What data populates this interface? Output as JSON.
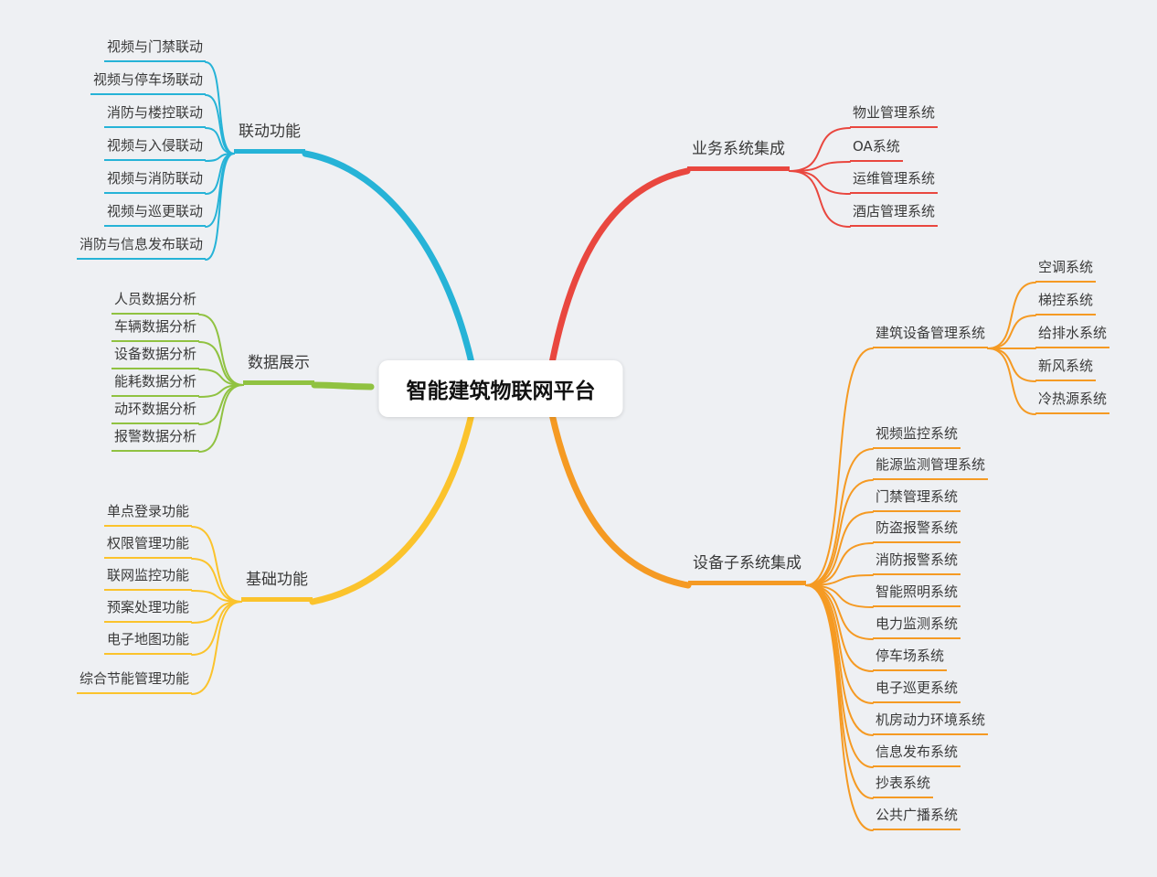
{
  "background_color": "#eef0f3",
  "root": {
    "label": "智能建筑物联网平台"
  },
  "branches": [
    {
      "label": "联动功能",
      "color": "#26b3d7",
      "side": "left",
      "children": [
        {
          "label": "视频与门禁联动"
        },
        {
          "label": "视频与停车场联动"
        },
        {
          "label": "消防与楼控联动"
        },
        {
          "label": "视频与入侵联动"
        },
        {
          "label": "视频与消防联动"
        },
        {
          "label": "视频与巡更联动"
        },
        {
          "label": "消防与信息发布联动"
        }
      ]
    },
    {
      "label": "数据展示",
      "color": "#90c241",
      "side": "left",
      "children": [
        {
          "label": "人员数据分析"
        },
        {
          "label": "车辆数据分析"
        },
        {
          "label": "设备数据分析"
        },
        {
          "label": "能耗数据分析"
        },
        {
          "label": "动环数据分析"
        },
        {
          "label": "报警数据分析"
        }
      ]
    },
    {
      "label": "基础功能",
      "color": "#fbc32c",
      "side": "left",
      "children": [
        {
          "label": "单点登录功能"
        },
        {
          "label": "权限管理功能"
        },
        {
          "label": "联网监控功能"
        },
        {
          "label": "预案处理功能"
        },
        {
          "label": "电子地图功能"
        },
        {
          "label": "综合节能管理功能"
        }
      ]
    },
    {
      "label": "业务系统集成",
      "color": "#e9473f",
      "side": "right",
      "children": [
        {
          "label": "物业管理系统"
        },
        {
          "label": "OA系统"
        },
        {
          "label": "运维管理系统"
        },
        {
          "label": "酒店管理系统"
        }
      ]
    },
    {
      "label": "设备子系统集成",
      "color": "#f59a23",
      "side": "right",
      "children": [
        {
          "label": "建筑设备管理系统",
          "children": [
            {
              "label": "空调系统"
            },
            {
              "label": "梯控系统"
            },
            {
              "label": "给排水系统"
            },
            {
              "label": "新风系统"
            },
            {
              "label": "冷热源系统"
            }
          ]
        },
        {
          "label": "视频监控系统"
        },
        {
          "label": "能源监测管理系统"
        },
        {
          "label": "门禁管理系统"
        },
        {
          "label": "防盗报警系统"
        },
        {
          "label": "消防报警系统"
        },
        {
          "label": "智能照明系统"
        },
        {
          "label": "电力监测系统"
        },
        {
          "label": "停车场系统"
        },
        {
          "label": "电子巡更系统"
        },
        {
          "label": "机房动力环境系统"
        },
        {
          "label": "信息发布系统"
        },
        {
          "label": "抄表系统"
        },
        {
          "label": "公共广播系统"
        }
      ]
    }
  ]
}
